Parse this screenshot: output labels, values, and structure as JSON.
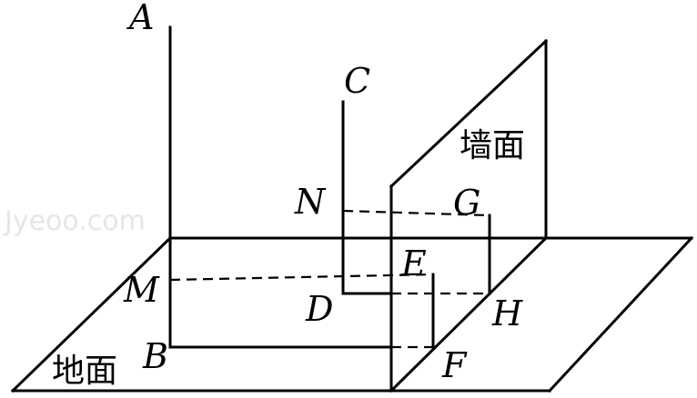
{
  "figure": {
    "points": {
      "A": "A",
      "B": "B",
      "C": "C",
      "D": "D",
      "E": "E",
      "F": "F",
      "G": "G",
      "H": "H",
      "M": "M",
      "N": "N"
    },
    "regions": {
      "wall": "墙面",
      "ground": "地面"
    },
    "watermark": "Jyeoo.com"
  },
  "colors": {
    "line": "#000000",
    "background": "#ffffff",
    "watermark": "#e6e6e6"
  }
}
